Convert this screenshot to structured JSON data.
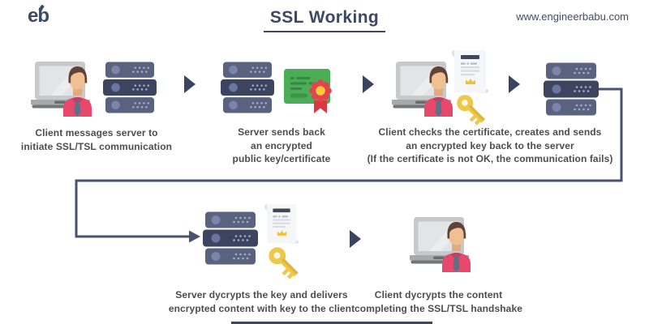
{
  "header": {
    "logo_text": "eb",
    "title": "SSL Working",
    "website": "www.engineerbabu.com"
  },
  "steps": [
    {
      "name": "step-1",
      "caption": [
        "Client messages server to",
        "initiate SSL/TSL communication"
      ]
    },
    {
      "name": "step-2",
      "caption": [
        "Server sends back",
        "an encrypted",
        "public key/certificate"
      ]
    },
    {
      "name": "step-3",
      "caption": [
        "Client checks the certificate, creates and sends",
        "an encrypted key back to the server",
        "(If the certificate is not OK, the communication fails)"
      ]
    },
    {
      "name": "step-4",
      "caption": []
    },
    {
      "name": "step-5",
      "caption": [
        "Server dycrypts the key and delivers",
        "encrypted content with key to the client"
      ]
    },
    {
      "name": "step-6",
      "caption": [
        "Client dycrypts the content",
        "completing the SSL/TSL handshake"
      ]
    }
  ],
  "colors": {
    "navy": "#3d4765",
    "caption_text": "#4d4d4f",
    "server_light": "#59627e",
    "server_dark": "#3c445e",
    "certificate_green": "#4bad57",
    "seal_red": "#e4434e",
    "seal_yellow": "#f8ca33",
    "key_gold": "#ecc94b",
    "shirt_pink": "#e9486d",
    "connector_line": "#49536e"
  }
}
